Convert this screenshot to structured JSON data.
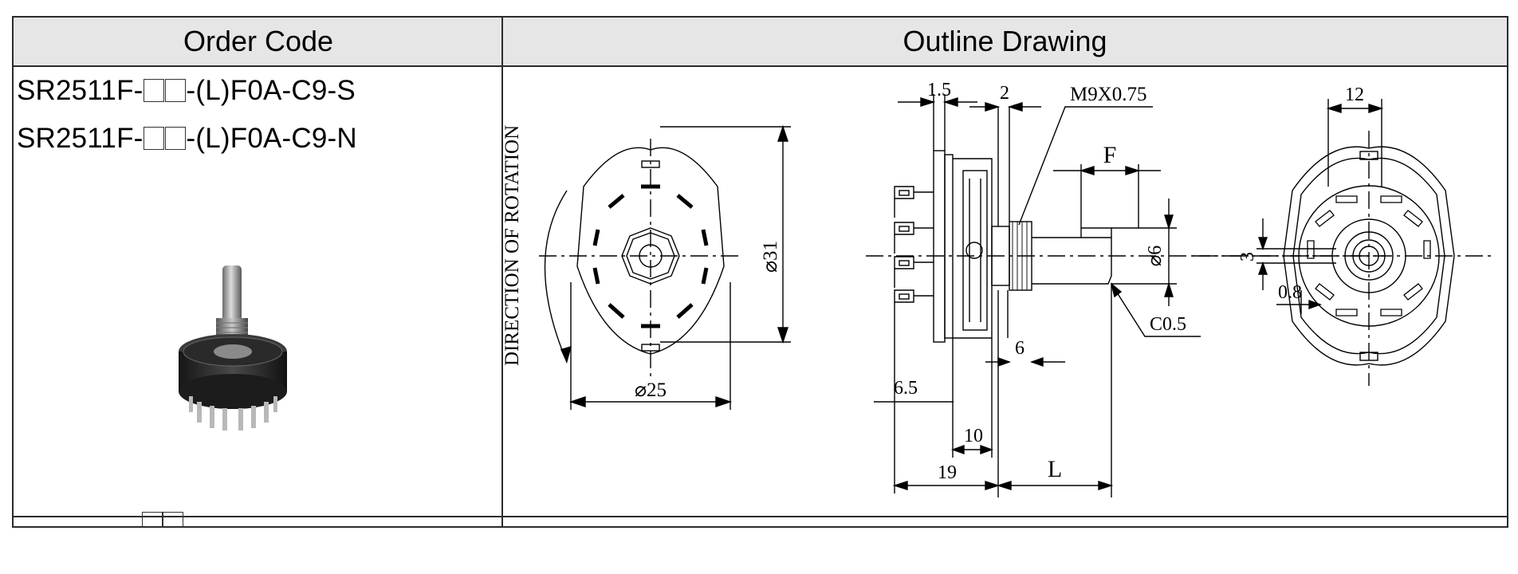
{
  "table": {
    "headers": {
      "order_code": "Order Code",
      "outline_drawing": "Outline Drawing"
    },
    "row": {
      "order_codes": [
        {
          "prefix": "SR2511F-",
          "suffix": "-(L)F0A-C9-S"
        },
        {
          "prefix": "SR2511F-",
          "suffix": "-(L)F0A-C9-N"
        }
      ]
    }
  },
  "drawing": {
    "rotation_label": "DIRECTION OF ROTATION",
    "front_view": {
      "dia_body": "⌀31",
      "dia_flange": "⌀25"
    },
    "side_view": {
      "d_1_5": "1.5",
      "d_2": "2",
      "thread": "M9X0.75",
      "flat": "F",
      "dia_shaft": "⌀6",
      "chamfer": "C0.5",
      "d_6": "6",
      "d_6_5": "6.5",
      "d_10": "10",
      "d_19": "19",
      "length": "L"
    },
    "rear_view": {
      "d_12": "12",
      "d_3": "3",
      "d_0_8": "0.8"
    }
  }
}
